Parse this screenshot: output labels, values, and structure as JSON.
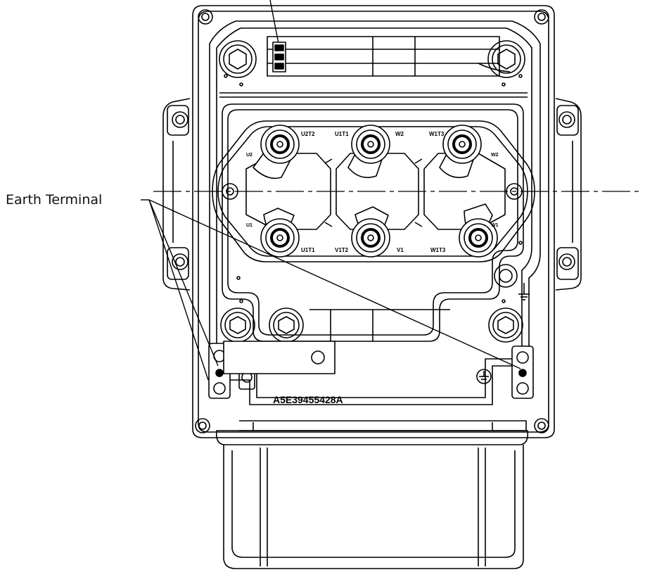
{
  "callouts": {
    "earth_terminal": "Earth Terminal"
  },
  "device": {
    "serial_number": "A5E39455428A",
    "terminal_labels": {
      "top": [
        "U2T2",
        "U1T1",
        "W2",
        "W1T3"
      ],
      "bottom": [
        "U1T1",
        "V1T2",
        "V1",
        "W1T3"
      ],
      "left": [
        "U2",
        "U1"
      ],
      "right": [
        "W2",
        "W1"
      ]
    },
    "earth_symbol": "⏚"
  },
  "colors": {
    "line": "#000000",
    "background": "#ffffff"
  }
}
